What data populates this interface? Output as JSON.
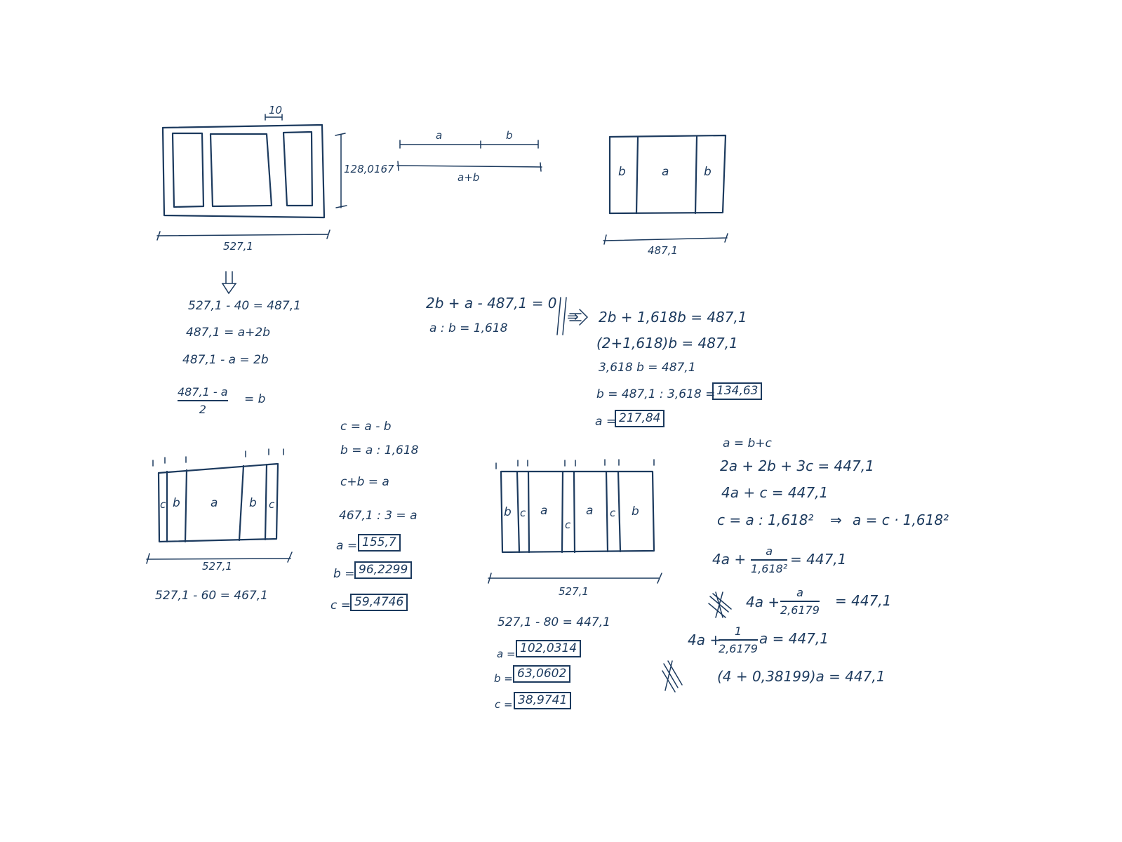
{
  "colors": {
    "ink": "#1c3a5e",
    "paper": "#ffffff"
  },
  "sketch1": {
    "dim_top": "10",
    "dim_height": "128,0167",
    "dim_width": "527,1"
  },
  "proportion": {
    "label_a": "a",
    "label_b": "b",
    "label_sum": "a+b"
  },
  "sketch2": {
    "label_left": "b",
    "label_mid": "a",
    "label_right": "b",
    "dim_width": "487,1"
  },
  "calc1": {
    "line1": "527,1 - 40 = 487,1",
    "line2": "487,1 = a+2b",
    "line3": "487,1 - a = 2b",
    "frac_num": "487,1 - a",
    "frac_den": "2",
    "frac_rhs": "= b"
  },
  "calc2": {
    "line1": "2b + a - 487,1 = 0",
    "line2": "a : b = 1,618",
    "implies": "⇒",
    "line3": "2b + 1,618b = 487,1",
    "line4": "(2+1,618)b = 487,1",
    "line5": "3,618 b = 487,1",
    "line6_prefix": "b = 487,1 : 3,618 =",
    "b_value": "134,63",
    "a_prefix": "a =",
    "a_value": "217,84"
  },
  "sketch3": {
    "labels": [
      "c",
      "b",
      "a",
      "b",
      "c"
    ],
    "dim_width": "527,1",
    "note": "527,1 - 60 = 467,1"
  },
  "calc3": {
    "line1": "c = a - b",
    "line2": "b = a : 1,618",
    "line3": "c+b = a",
    "line4": "467,1 : 3 = a",
    "a_prefix": "a =",
    "a_value": "155,7",
    "b_prefix": "b =",
    "b_value": "96,2299",
    "c_prefix": "c =",
    "c_value": "59,4746"
  },
  "sketch4": {
    "labels": [
      "b",
      "c",
      "a",
      "c",
      "a",
      "c",
      "b"
    ],
    "dim_width": "527,1",
    "note": "527,1 - 80 = 447,1",
    "a_prefix": "a =",
    "a_value": "102,0314",
    "b_prefix": "b =",
    "b_value": "63,0602",
    "c_prefix": "c =",
    "c_value": "38,9741"
  },
  "calc4": {
    "line1": "a = b+c",
    "line2": "2a + 2b + 3c = 447,1",
    "line3": "4a + c = 447,1",
    "line4": "c = a : 1,618²",
    "implies": "⇒",
    "line4b": "a = c · 1,618²",
    "line5_lhs": "4a +",
    "line5_num": "a",
    "line5_den": "1,618²",
    "line5_rhs": "= 447,1",
    "line6_lhs": "4a +",
    "line6_num": "a",
    "line6_den": "2,6179",
    "line6_rhs": "= 447,1",
    "line7_lhs": "4a +",
    "line7_num": "1",
    "line7_den": "2,6179",
    "line7_rhs": "a = 447,1",
    "line8": "(4 + 0,38199)a = 447,1"
  }
}
